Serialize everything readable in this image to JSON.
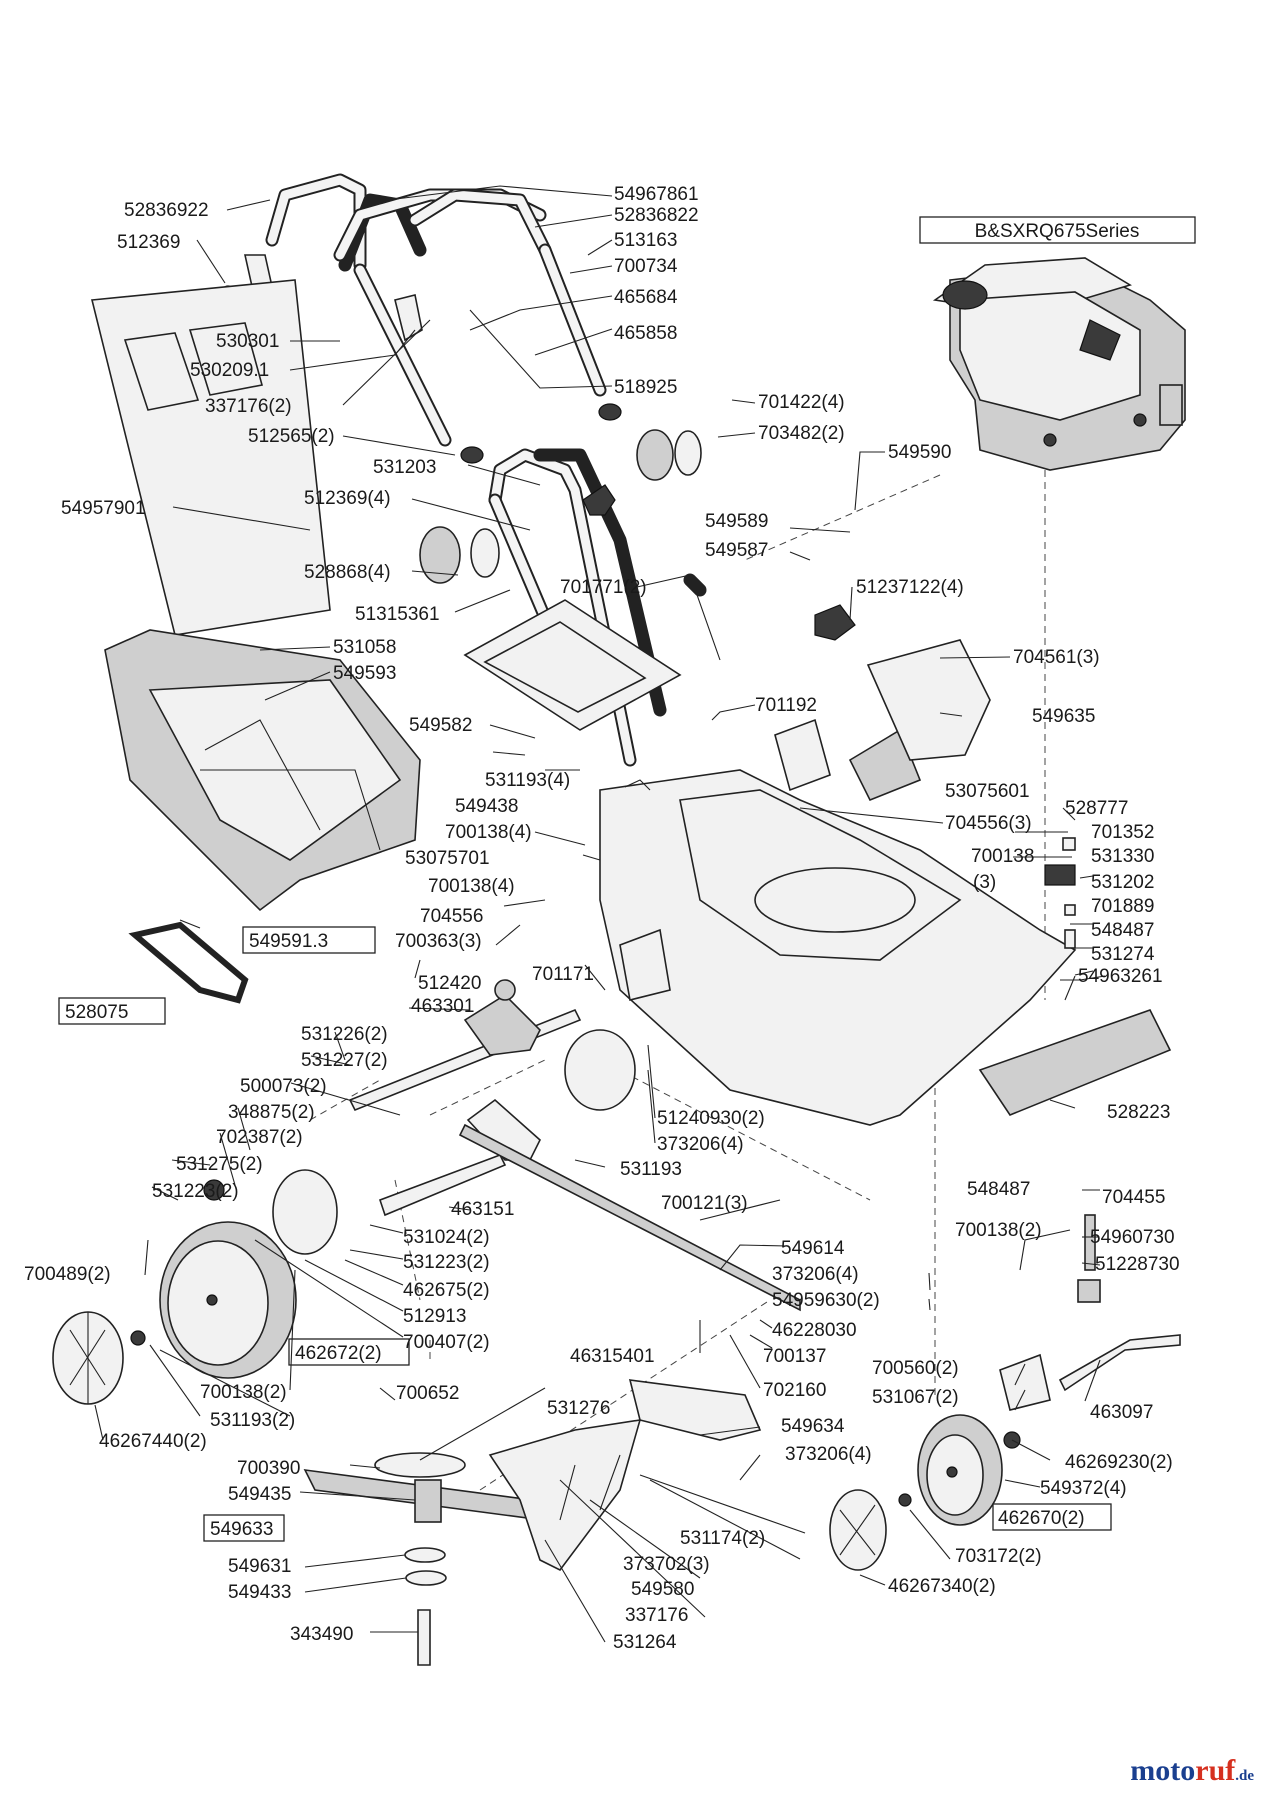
{
  "diagram": {
    "engine_label": "B&SXRQ675Series",
    "labels": [
      {
        "id": "l1",
        "text": "52836922"
      },
      {
        "id": "l2",
        "text": "512369"
      },
      {
        "id": "l3",
        "text": "54967861"
      },
      {
        "id": "l4",
        "text": "52836822"
      },
      {
        "id": "l5",
        "text": "513163"
      },
      {
        "id": "l6",
        "text": "700734"
      },
      {
        "id": "l7",
        "text": "465684"
      },
      {
        "id": "l8",
        "text": "465858"
      },
      {
        "id": "l9",
        "text": "530301"
      },
      {
        "id": "l10",
        "text": "530209.1"
      },
      {
        "id": "l11",
        "text": "518925"
      },
      {
        "id": "l12",
        "text": "337176(2)"
      },
      {
        "id": "l13",
        "text": "701422(4)"
      },
      {
        "id": "l14",
        "text": "512565(2)"
      },
      {
        "id": "l15",
        "text": "703482(2)"
      },
      {
        "id": "l16",
        "text": "549590"
      },
      {
        "id": "l17",
        "text": "531203"
      },
      {
        "id": "l18",
        "text": "512369(4)"
      },
      {
        "id": "l19",
        "text": "54957901"
      },
      {
        "id": "l20",
        "text": "549589"
      },
      {
        "id": "l21",
        "text": "549587"
      },
      {
        "id": "l22",
        "text": "528868(4)"
      },
      {
        "id": "l23",
        "text": "701771(2)"
      },
      {
        "id": "l24",
        "text": "51237122(4)"
      },
      {
        "id": "l25",
        "text": "51315361"
      },
      {
        "id": "l26",
        "text": "531058"
      },
      {
        "id": "l27",
        "text": "704561(3)"
      },
      {
        "id": "l28",
        "text": "549593"
      },
      {
        "id": "l29",
        "text": "701192"
      },
      {
        "id": "l30",
        "text": "549635"
      },
      {
        "id": "l31",
        "text": "549582"
      },
      {
        "id": "l32",
        "text": "53075601"
      },
      {
        "id": "l33",
        "text": "531193(4)"
      },
      {
        "id": "l34",
        "text": "528777"
      },
      {
        "id": "l35",
        "text": "549438"
      },
      {
        "id": "l36",
        "text": "704556(3)"
      },
      {
        "id": "l37",
        "text": "701352"
      },
      {
        "id": "l38",
        "text": "700138(4)"
      },
      {
        "id": "l39",
        "text": "700138"
      },
      {
        "id": "l40",
        "text": "531330"
      },
      {
        "id": "l41",
        "text": "53075701"
      },
      {
        "id": "l42",
        "text": "(3)"
      },
      {
        "id": "l43",
        "text": "531202"
      },
      {
        "id": "l44",
        "text": "700138(4)"
      },
      {
        "id": "l45",
        "text": "701889"
      },
      {
        "id": "l46",
        "text": "704556"
      },
      {
        "id": "l47",
        "text": "548487"
      },
      {
        "id": "l48",
        "text": "700363(3)"
      },
      {
        "id": "l49",
        "text": "531274"
      },
      {
        "id": "l50",
        "text": "549591.3"
      },
      {
        "id": "l51",
        "text": "701171"
      },
      {
        "id": "l52",
        "text": "54963261"
      },
      {
        "id": "l53",
        "text": "512420"
      },
      {
        "id": "l54",
        "text": "528075"
      },
      {
        "id": "l55",
        "text": "463301"
      },
      {
        "id": "l56",
        "text": "531226(2)"
      },
      {
        "id": "l57",
        "text": "531227(2)"
      },
      {
        "id": "l58",
        "text": "500073(2)"
      },
      {
        "id": "l59",
        "text": "528223"
      },
      {
        "id": "l60",
        "text": "348875(2)"
      },
      {
        "id": "l61",
        "text": "51240930(2)"
      },
      {
        "id": "l62",
        "text": "702387(2)"
      },
      {
        "id": "l63",
        "text": "373206(4)"
      },
      {
        "id": "l64",
        "text": "531275(2)"
      },
      {
        "id": "l65",
        "text": "531193"
      },
      {
        "id": "l66",
        "text": "531223(2)"
      },
      {
        "id": "l67",
        "text": "548487"
      },
      {
        "id": "l68",
        "text": "704455"
      },
      {
        "id": "l69",
        "text": "463151"
      },
      {
        "id": "l70",
        "text": "700121(3)"
      },
      {
        "id": "l71",
        "text": "531024(2)"
      },
      {
        "id": "l72",
        "text": "700138(2)"
      },
      {
        "id": "l73",
        "text": "54960730"
      },
      {
        "id": "l74",
        "text": "531223(2)"
      },
      {
        "id": "l75",
        "text": "549614"
      },
      {
        "id": "l76",
        "text": "700489(2)"
      },
      {
        "id": "l77",
        "text": "373206(4)"
      },
      {
        "id": "l78",
        "text": "51228730"
      },
      {
        "id": "l79",
        "text": "462675(2)"
      },
      {
        "id": "l80",
        "text": "54959630(2)"
      },
      {
        "id": "l81",
        "text": "512913"
      },
      {
        "id": "l82",
        "text": "46228030"
      },
      {
        "id": "l83",
        "text": "700407(2)"
      },
      {
        "id": "l84",
        "text": "462672(2)"
      },
      {
        "id": "l85",
        "text": "46315401"
      },
      {
        "id": "l86",
        "text": "700137"
      },
      {
        "id": "l87",
        "text": "700560(2)"
      },
      {
        "id": "l88",
        "text": "700138(2)"
      },
      {
        "id": "l89",
        "text": "702160"
      },
      {
        "id": "l90",
        "text": "531067(2)"
      },
      {
        "id": "l91",
        "text": "463097"
      },
      {
        "id": "l92",
        "text": "531193(2)"
      },
      {
        "id": "l93",
        "text": "700652"
      },
      {
        "id": "l94",
        "text": "46267440(2)"
      },
      {
        "id": "l95",
        "text": "531276"
      },
      {
        "id": "l96",
        "text": "549634"
      },
      {
        "id": "l97",
        "text": "46269230(2)"
      },
      {
        "id": "l98",
        "text": "700390"
      },
      {
        "id": "l99",
        "text": "373206(4)"
      },
      {
        "id": "l100",
        "text": "549372(4)"
      },
      {
        "id": "l101",
        "text": "549435"
      },
      {
        "id": "l102",
        "text": "462670(2)"
      },
      {
        "id": "l103",
        "text": "549633"
      },
      {
        "id": "l104",
        "text": "531174(2)"
      },
      {
        "id": "l105",
        "text": "549631"
      },
      {
        "id": "l106",
        "text": "373702(3)"
      },
      {
        "id": "l107",
        "text": "703172(2)"
      },
      {
        "id": "l108",
        "text": "549433"
      },
      {
        "id": "l109",
        "text": "549580"
      },
      {
        "id": "l110",
        "text": "46267340(2)"
      },
      {
        "id": "l111",
        "text": "337176"
      },
      {
        "id": "l112",
        "text": "343490"
      },
      {
        "id": "l113",
        "text": "531264"
      }
    ]
  },
  "branding": {
    "logo_part1": "moto",
    "logo_part2": "ruf",
    "logo_suffix": ".de",
    "colors": {
      "blue": "#1a3f8f",
      "red": "#d6301f"
    }
  }
}
